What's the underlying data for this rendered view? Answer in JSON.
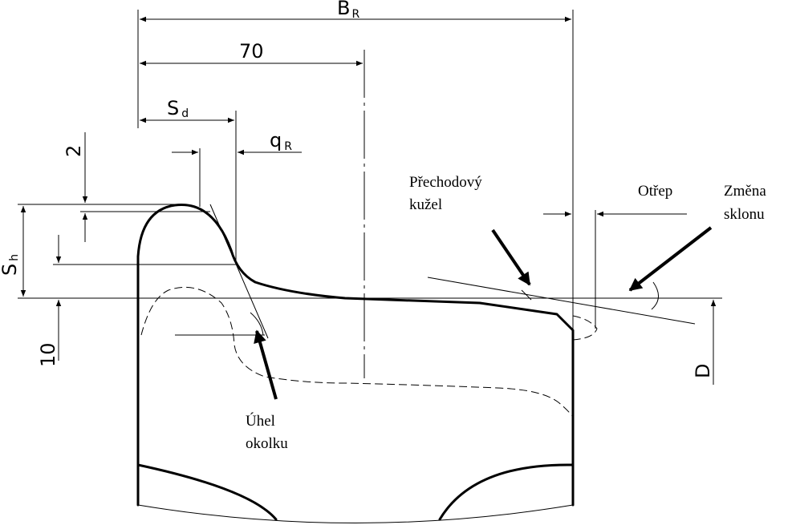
{
  "dimensions": {
    "br": {
      "main": "B",
      "sub": "R"
    },
    "width_70": "70",
    "sd": {
      "main": "S",
      "sub": "d"
    },
    "qr": {
      "main": "q",
      "sub": "R"
    },
    "two": "2",
    "sh": {
      "main": "S",
      "sub": "h"
    },
    "ten": "10",
    "d": "D"
  },
  "annotations": {
    "prechodovy_kuzel": [
      "Přechodový",
      "kužel"
    ],
    "otrep": "Otřep",
    "zmena_sklonu": [
      "Změna",
      "sklonu"
    ],
    "uhel_okolku": [
      "Úhel",
      "okolku"
    ]
  }
}
